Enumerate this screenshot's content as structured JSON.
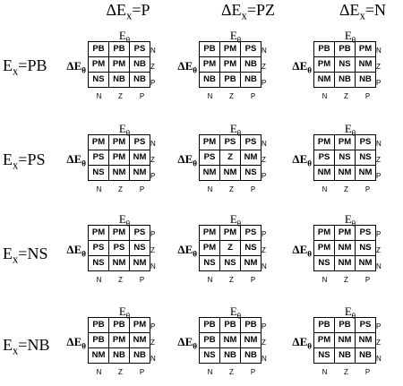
{
  "column_headers": [
    {
      "prefix": "ΔE",
      "sub": "x",
      "suffix": "=P"
    },
    {
      "prefix": "ΔE",
      "sub": "x",
      "suffix": "=PZ"
    },
    {
      "prefix": "ΔE",
      "sub": "x",
      "suffix": "=N"
    }
  ],
  "row_headers": [
    {
      "prefix": "E",
      "sub": "x",
      "suffix": "=PB"
    },
    {
      "prefix": "E",
      "sub": "x",
      "suffix": "=PS"
    },
    {
      "prefix": "E",
      "sub": "x",
      "suffix": "=NS"
    },
    {
      "prefix": "E",
      "sub": "x",
      "suffix": "=NB"
    }
  ],
  "top_axis_label": {
    "prefix": "E",
    "sub": "θ"
  },
  "left_axis_label": {
    "prefix": "ΔE",
    "sub": "θ"
  },
  "column_labels": [
    "N",
    "Z",
    "P"
  ],
  "blocks": [
    [
      {
        "row_labels": [
          "N",
          "Z",
          "P"
        ],
        "cells": [
          [
            "PB",
            "PB",
            "PS"
          ],
          [
            "PM",
            "PM",
            "NB"
          ],
          [
            "NS",
            "NB",
            "NB"
          ]
        ]
      },
      {
        "row_labels": [
          "N",
          "Z",
          "P"
        ],
        "cells": [
          [
            "PB",
            "PM",
            "PS"
          ],
          [
            "PM",
            "PM",
            "NB"
          ],
          [
            "NB",
            "PB",
            "NB"
          ]
        ]
      },
      {
        "row_labels": [
          "N",
          "Z",
          "P"
        ],
        "cells": [
          [
            "PB",
            "PB",
            "PM"
          ],
          [
            "PM",
            "NS",
            "NM"
          ],
          [
            "NM",
            "NB",
            "NB"
          ]
        ]
      }
    ],
    [
      {
        "row_labels": [
          "N",
          "Z",
          "P"
        ],
        "cells": [
          [
            "PM",
            "PM",
            "PS"
          ],
          [
            "PS",
            "PM",
            "NM"
          ],
          [
            "NS",
            "NM",
            "NM"
          ]
        ]
      },
      {
        "row_labels": [
          "N",
          "Z",
          "P"
        ],
        "cells": [
          [
            "PM",
            "PS",
            "PS"
          ],
          [
            "PS",
            "Z",
            "NM"
          ],
          [
            "NM",
            "NM",
            "NS"
          ]
        ]
      },
      {
        "row_labels": [
          "N",
          "Z",
          "P"
        ],
        "cells": [
          [
            "PM",
            "PM",
            "PS"
          ],
          [
            "PS",
            "NS",
            "NS"
          ],
          [
            "NM",
            "NM",
            "NM"
          ]
        ]
      }
    ],
    [
      {
        "row_labels": [
          "P",
          "Z",
          "N"
        ],
        "cells": [
          [
            "PM",
            "PM",
            "PS"
          ],
          [
            "PS",
            "PS",
            "NS"
          ],
          [
            "NS",
            "NM",
            "NM"
          ]
        ]
      },
      {
        "row_labels": [
          "P",
          "Z",
          "N"
        ],
        "cells": [
          [
            "PM",
            "PM",
            "PS"
          ],
          [
            "PM",
            "Z",
            "NS"
          ],
          [
            "NS",
            "NS",
            "NM"
          ]
        ]
      },
      {
        "row_labels": [
          "P",
          "Z",
          "N"
        ],
        "cells": [
          [
            "PM",
            "PM",
            "PS"
          ],
          [
            "PM",
            "NM",
            "NS"
          ],
          [
            "NS",
            "NM",
            "NM"
          ]
        ]
      }
    ],
    [
      {
        "row_labels": [
          "P",
          "Z",
          "N"
        ],
        "cells": [
          [
            "PB",
            "PB",
            "PM"
          ],
          [
            "PB",
            "PM",
            "NM"
          ],
          [
            "NM",
            "NB",
            "NB"
          ]
        ]
      },
      {
        "row_labels": [
          "P",
          "Z",
          "N"
        ],
        "cells": [
          [
            "PB",
            "PB",
            "PB"
          ],
          [
            "PB",
            "NM",
            "NM"
          ],
          [
            "NS",
            "NB",
            "NB"
          ]
        ]
      },
      {
        "row_labels": [
          "P",
          "Z",
          "N"
        ],
        "cells": [
          [
            "PB",
            "PB",
            "PS"
          ],
          [
            "PM",
            "NM",
            "NM"
          ],
          [
            "NS",
            "NB",
            "NB"
          ]
        ]
      }
    ]
  ]
}
